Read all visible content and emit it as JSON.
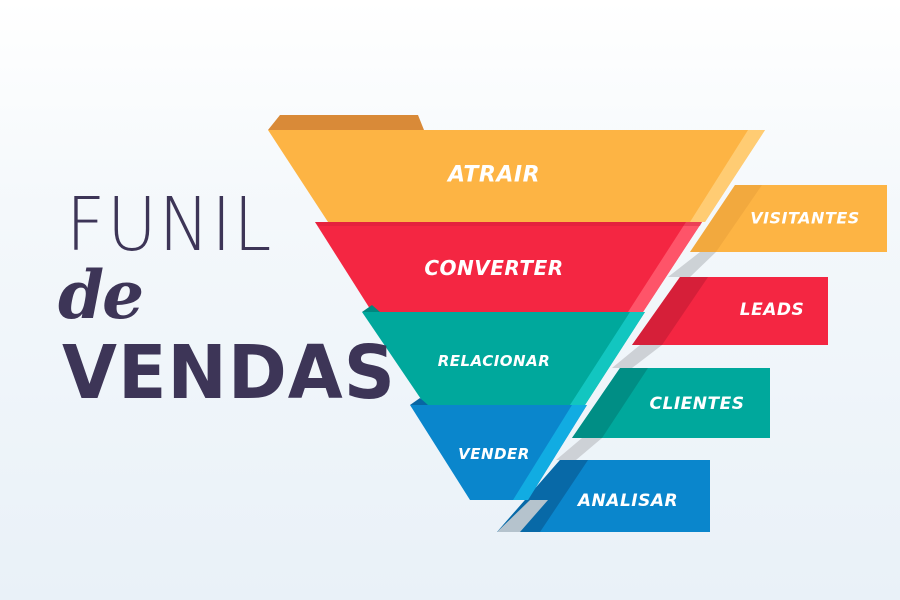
{
  "title": {
    "line1": "FUNIL",
    "line2": "de",
    "line3": "VENDAS"
  },
  "colors": {
    "title": "#3d3557",
    "orange": "#fdb444",
    "orange_dark": "#d98a38",
    "red": "#f42642",
    "teal": "#00a89c",
    "blue": "#0a86cc",
    "background_top": "#ffffff",
    "background_bottom": "#e9f1f8"
  },
  "funnel": {
    "stages": [
      {
        "label": "ATRAIR",
        "color": "#fdb444"
      },
      {
        "label": "CONVERTER",
        "color": "#f42642"
      },
      {
        "label": "RELACIONAR",
        "color": "#00a89c"
      },
      {
        "label": "VENDER",
        "color": "#0a86cc"
      }
    ]
  },
  "outcomes": [
    {
      "label": "VISITANTES",
      "color": "#fdb444"
    },
    {
      "label": "LEADS",
      "color": "#f42642"
    },
    {
      "label": "CLIENTES",
      "color": "#00a89c"
    },
    {
      "label": "ANALISAR",
      "color": "#0a86cc"
    }
  ]
}
